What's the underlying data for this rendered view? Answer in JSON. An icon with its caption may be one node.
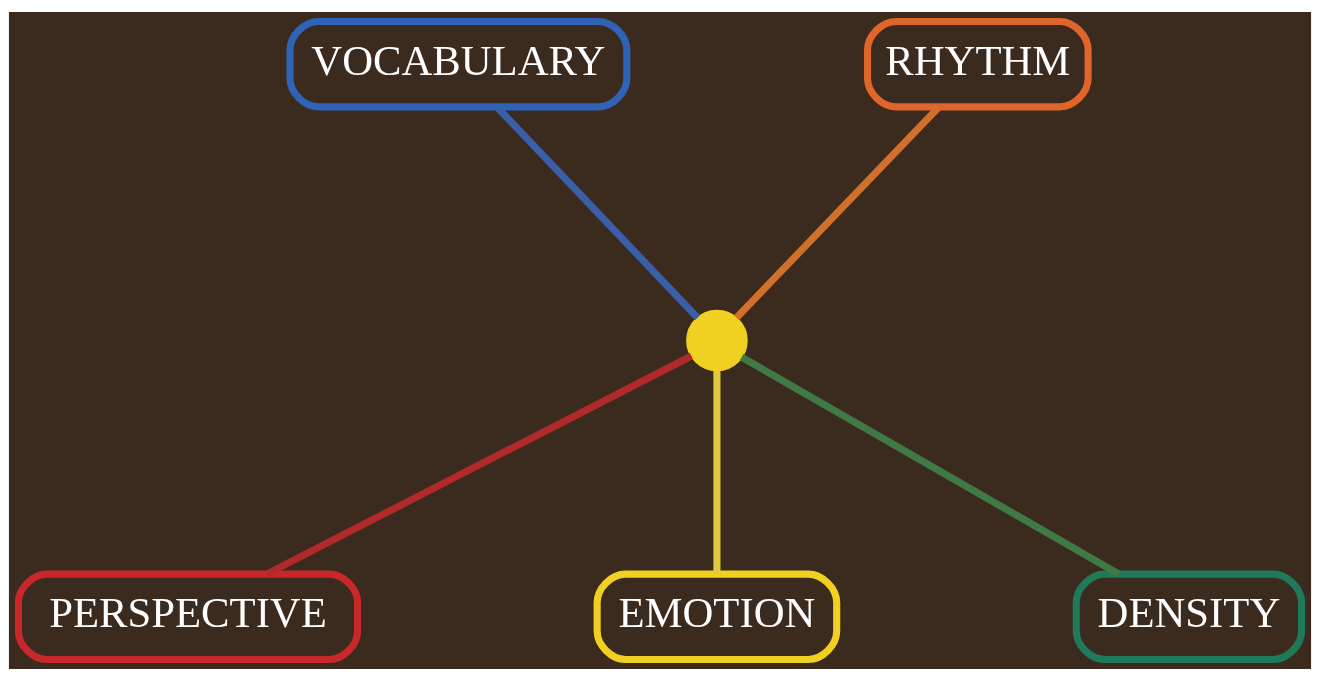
{
  "diagram": {
    "nodes": [
      {
        "text": [
          "VOCABULARY"
        ]
      },
      {
        "text": [
          "RHYTHM"
        ]
      },
      {
        "text": [],
        "shape": "circle"
      },
      {
        "text": [
          "PERSPECTIVE"
        ]
      },
      {
        "text": [
          "EMOTION"
        ]
      },
      {
        "text": [
          "DENSITY"
        ]
      }
    ],
    "edges": [
      {
        "from": 0,
        "to": 2,
        "arrow": "none",
        "color": "#3a5fa8"
      },
      {
        "from": 1,
        "to": 2,
        "arrow": "none",
        "color": "#d0702a"
      },
      {
        "from": 2,
        "to": 3,
        "arrow": "none",
        "color": "#b02a2a"
      },
      {
        "from": 2,
        "to": 4,
        "arrow": "none",
        "color": "#e0c840"
      },
      {
        "from": 2,
        "to": 5,
        "arrow": "none",
        "color": "#3f7a45"
      }
    ]
  }
}
